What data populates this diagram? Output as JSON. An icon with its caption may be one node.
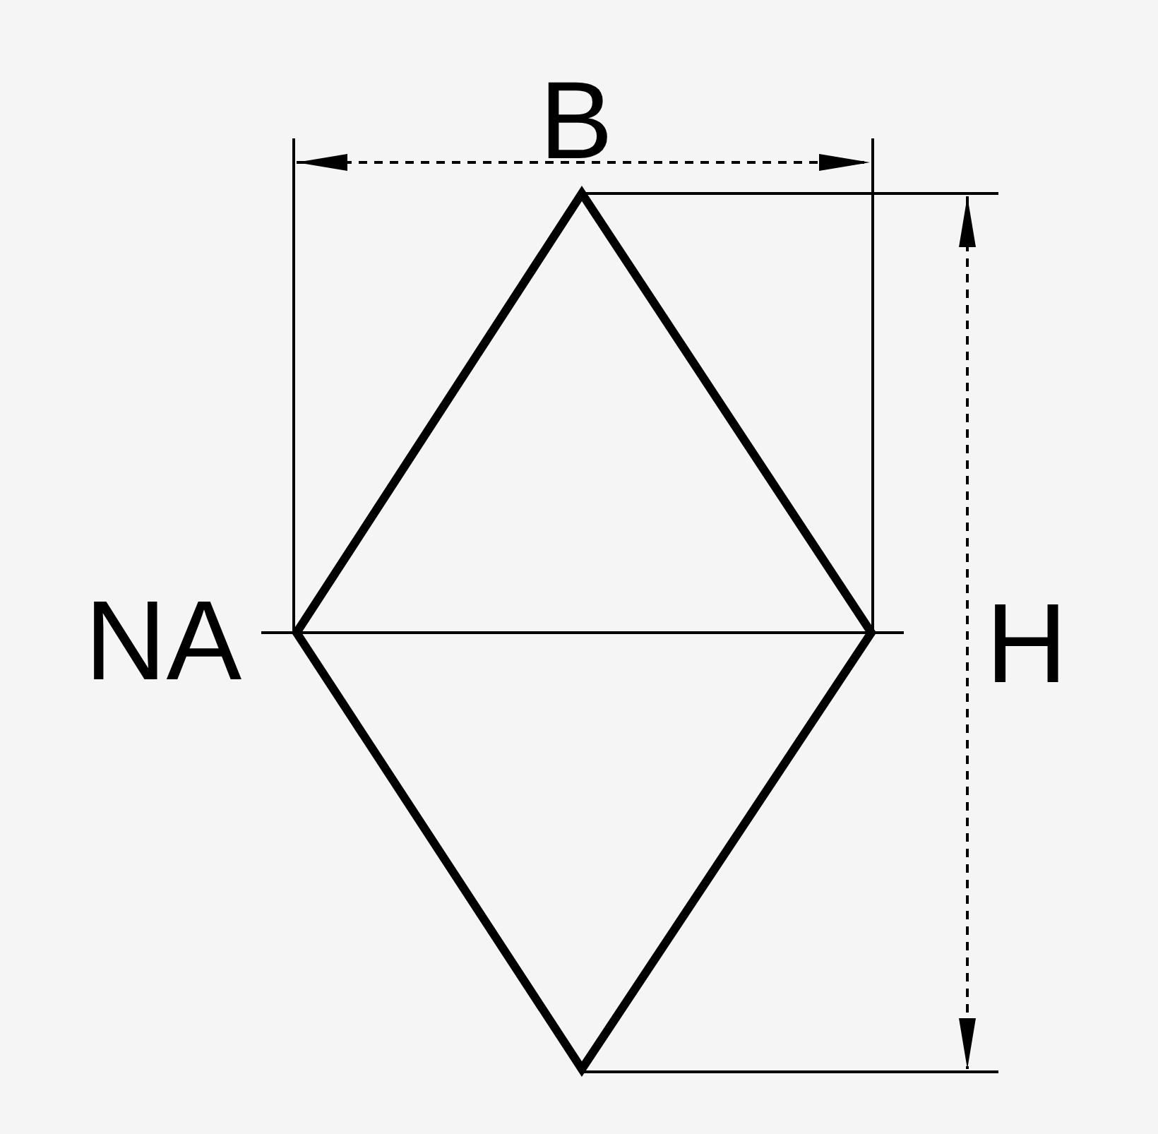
{
  "diagram": {
    "labels": [
      "B",
      "NA",
      "H"
    ]
  }
}
